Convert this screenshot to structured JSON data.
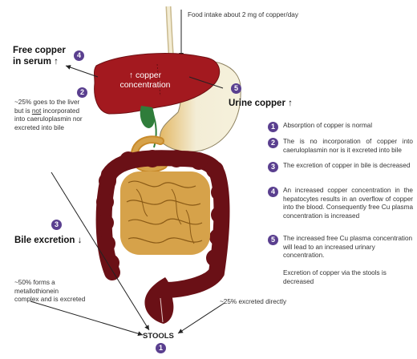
{
  "labels": {
    "food_intake": "Food intake about 2 mg of copper/day",
    "free_copper_line1": "Free copper",
    "free_copper_line2": "in serum ↑",
    "liver_line1": "↑ copper",
    "liver_line2": "concentration",
    "urine_copper": "Urine copper ↑",
    "liver_note_line1": "~25% goes to the liver",
    "liver_note_line2_pre": "but is ",
    "liver_note_line2_not": "not",
    "liver_note_line2_post": " incorporated",
    "liver_note_line3": "into caeruloplasmin nor",
    "liver_note_line4": "excreted into bile",
    "bile_excretion": "Bile excretion ↓",
    "metallo_line1": "~50% forms a",
    "metallo_line2": "metallothionein",
    "metallo_line3": "complex and is excreted",
    "direct": "~25% excreted directly",
    "stools": "STOOLS"
  },
  "markers": {
    "free_copper": "4",
    "liver_note": "2",
    "urine": "5",
    "bile": "3",
    "stools": "1"
  },
  "legend": [
    {
      "num": "1",
      "text": "Absorption of copper is normal"
    },
    {
      "num": "2",
      "text": "The is no incorporation of copper into caeruloplasmin nor is it excreted into bile"
    },
    {
      "num": "3",
      "text": "The excretion of copper in bile is decreased"
    },
    {
      "num": "4",
      "text": "An increased copper concentration in the hepatocytes results in an overflow of copper into the blood. Consequently free Cu plasma concentration is increased"
    },
    {
      "num": "5",
      "text": "The increased free Cu plasma concentration will lead to an increased urinary concentration."
    }
  ],
  "legend_note": "Excretion of copper via the stools is decreased",
  "colors": {
    "marker": "#5a3f8f",
    "liver": "#a3191f",
    "colon": "#6a1016",
    "small_intestine": "#d6a24a",
    "stomach": "#f2ecd2",
    "gallbladder": "#2f7d3a"
  }
}
